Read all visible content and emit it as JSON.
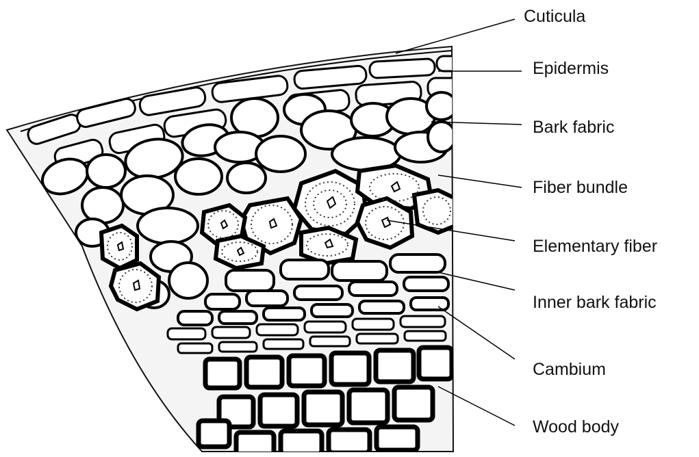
{
  "diagram": {
    "labels": [
      {
        "id": "cuticula",
        "text": "Cuticula"
      },
      {
        "id": "epidermis",
        "text": "Epidermis"
      },
      {
        "id": "bark-fabric",
        "text": "Bark fabric"
      },
      {
        "id": "fiber-bundle",
        "text": "Fiber bundle"
      },
      {
        "id": "elementary-fiber",
        "text": "Elementary fiber"
      },
      {
        "id": "inner-bark-fabric",
        "text": "Inner bark fabric"
      },
      {
        "id": "cambium",
        "text": "Cambium"
      },
      {
        "id": "wood-body",
        "text": "Wood body"
      }
    ]
  }
}
